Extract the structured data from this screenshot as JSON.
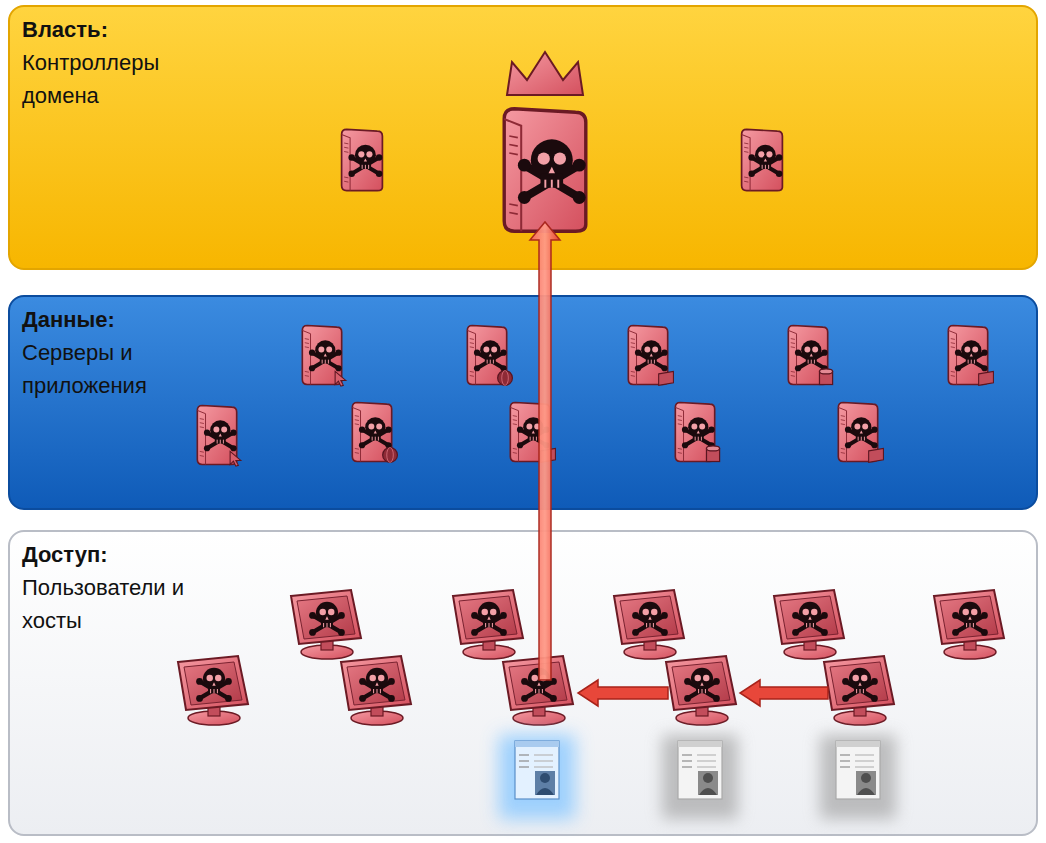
{
  "diagram": {
    "nodes": [
      {
        "text": [
          "Власть:",
          "Контроллеры домена"
        ]
      },
      {
        "text": [
          "Данные:",
          "Серверы и приложения"
        ]
      },
      {
        "text": [
          "Доступ:",
          "Пользователи и хосты"
        ]
      }
    ]
  }
}
